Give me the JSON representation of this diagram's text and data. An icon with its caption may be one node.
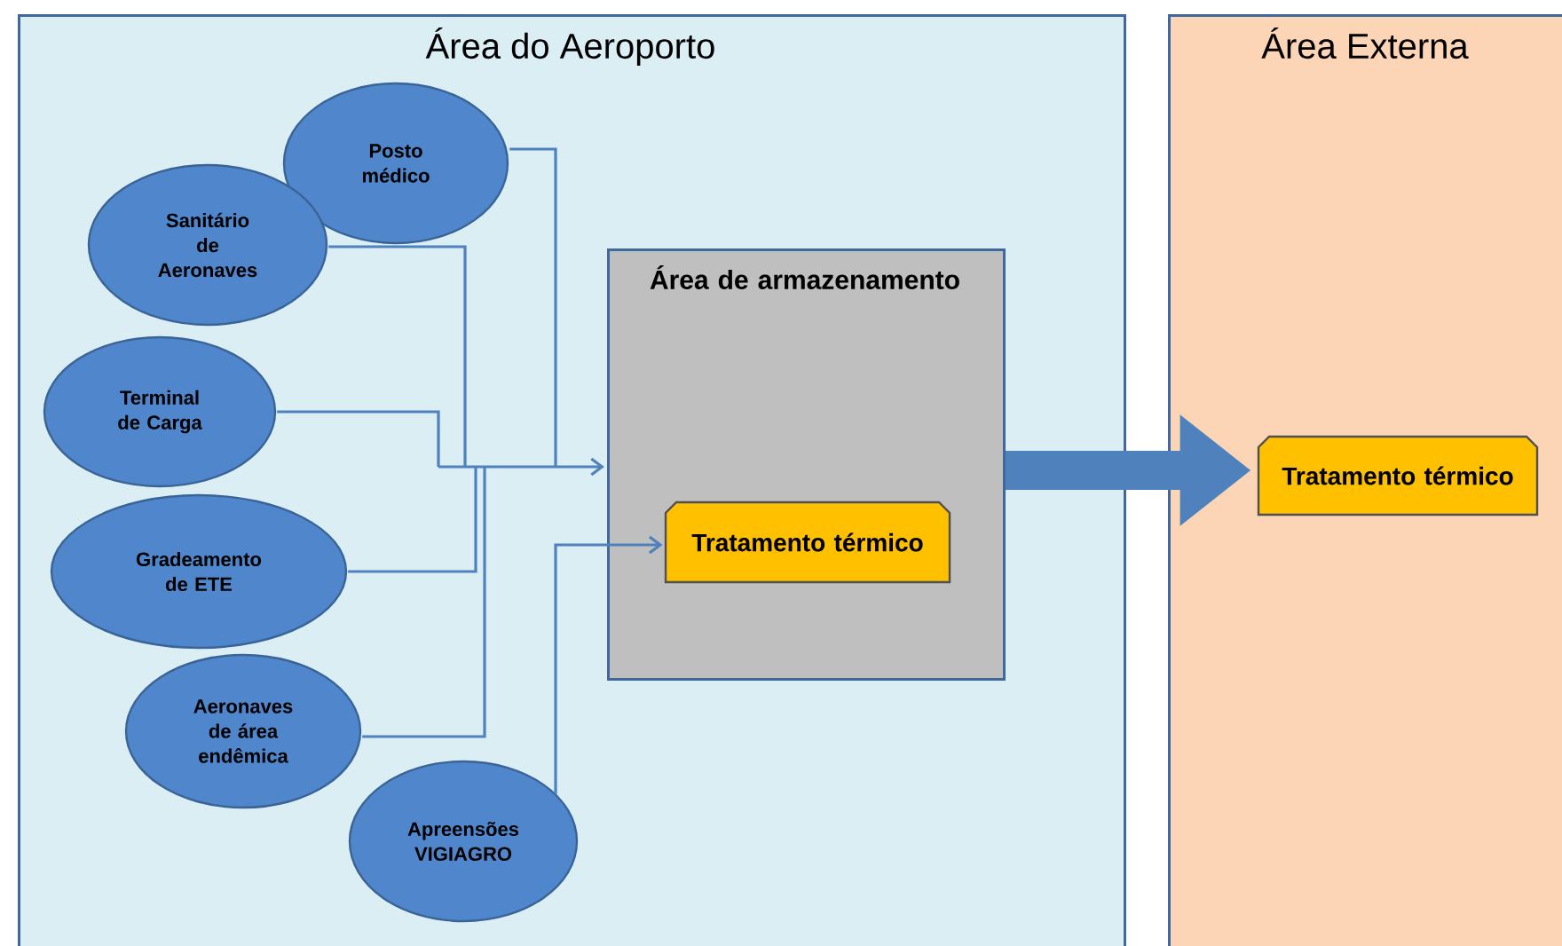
{
  "diagram": {
    "nodes": [
      {
        "text": [
          "Área do Aeroporto"
        ]
      },
      {
        "text": [
          "Área Externa"
        ]
      },
      {
        "text": [
          "Posto médico"
        ],
        "in": 0
      },
      {
        "text": [
          "Sanitário de Aeronaves"
        ],
        "in": 0
      },
      {
        "text": [
          "Terminal de Carga"
        ],
        "in": 0
      },
      {
        "text": [
          "Gradeamento de ETE"
        ],
        "in": 0
      },
      {
        "text": [
          "Aeronaves de área endêmica"
        ],
        "in": 0
      },
      {
        "text": [
          "Apreensões VIGIAGRO"
        ],
        "in": 0
      },
      {
        "text": [
          "Área de armazenamento"
        ],
        "in": 0
      },
      {
        "text": [
          "Tratamento térmico"
        ],
        "in": 8
      },
      {
        "text": [
          "Tratamento térmico"
        ],
        "in": 1
      }
    ],
    "edges": [
      {
        "from": 2,
        "to": 8,
        "arrow": "to"
      },
      {
        "from": 3,
        "to": 8,
        "arrow": "to"
      },
      {
        "from": 4,
        "to": 8,
        "arrow": "to"
      },
      {
        "from": 5,
        "to": 8,
        "arrow": "to"
      },
      {
        "from": 6,
        "to": 8,
        "arrow": "to"
      },
      {
        "from": 7,
        "to": 9,
        "arrow": "to"
      },
      {
        "from": 8,
        "to": 10,
        "arrow": "to",
        "style": "thick"
      }
    ]
  }
}
